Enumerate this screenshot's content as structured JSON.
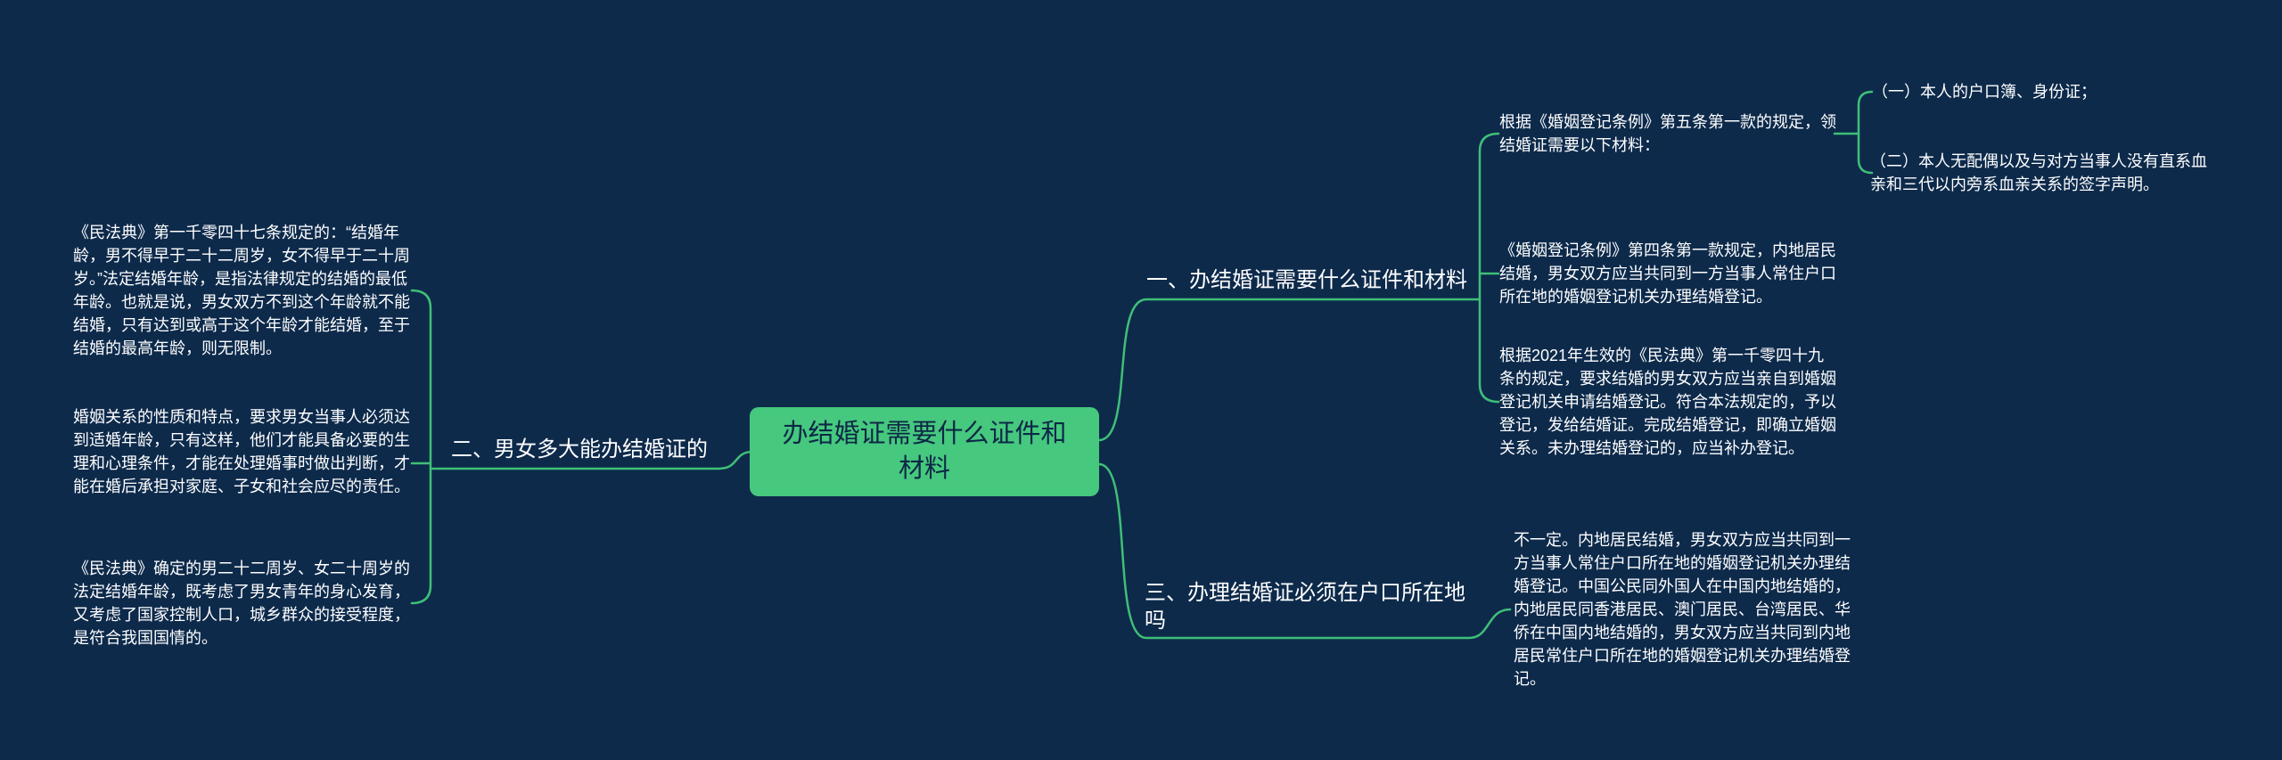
{
  "colors": {
    "background": "#0d2a4b",
    "accent_line": "#3fbf77",
    "center_node_fill": "#46c87e",
    "center_node_text": "#0c2846",
    "text": "#ffffff"
  },
  "center": {
    "label": "办结婚证需要什么证件和材料"
  },
  "branch_one": {
    "label": "一、办结婚证需要什么证件和材料",
    "child_rule5": "根据《婚姻登记条例》第五条第一款的规定，领结婚证需要以下材料：",
    "item_one": "（一）本人的户口簿、身份证；",
    "item_two": "（二）本人无配偶以及与对方当事人没有直系血亲和三代以内旁系血亲关系的签字声明。",
    "child_rule4": "《婚姻登记条例》第四条第一款规定，内地居民结婚，男女双方应当共同到一方当事人常住户口所在地的婚姻登记机关办理结婚登记。",
    "child_civil_code": "根据2021年生效的《民法典》第一千零四十九条的规定，要求结婚的男女双方应当亲自到婚姻登记机关申请结婚登记。符合本法规定的，予以登记，发给结婚证。完成结婚登记，即确立婚姻关系。未办理结婚登记的，应当补办登记。"
  },
  "branch_two": {
    "label": "二、男女多大能办结婚证的",
    "child_age_rule": "《民法典》第一千零四十七条规定的：“结婚年龄，男不得早于二十二周岁，女不得早于二十周岁。”法定结婚年龄，是指法律规定的结婚的最低年龄。也就是说，男女双方不到这个年龄就不能结婚，只有达到或高于这个年龄才能结婚，至于结婚的最高年龄，则无限制。",
    "child_nature": "婚姻关系的性质和特点，要求男女当事人必须达到适婚年龄，只有这样，他们才能具备必要的生理和心理条件，才能在处理婚事时做出判断，才能在婚后承担对家庭、子女和社会应尽的责任。",
    "child_reason": "《民法典》确定的男二十二周岁、女二十周岁的法定结婚年龄，既考虑了男女青年的身心发育，又考虑了国家控制人口，城乡群众的接受程度，是符合我国国情的。"
  },
  "branch_three": {
    "label": "三、办理结婚证必须在户口所在地吗",
    "child_answer": "不一定。内地居民结婚，男女双方应当共同到一方当事人常住户口所在地的婚姻登记机关办理结婚登记。中国公民同外国人在中国内地结婚的，内地居民同香港居民、澳门居民、台湾居民、华侨在中国内地结婚的，男女双方应当共同到内地居民常住户口所在地的婚姻登记机关办理结婚登记。"
  }
}
